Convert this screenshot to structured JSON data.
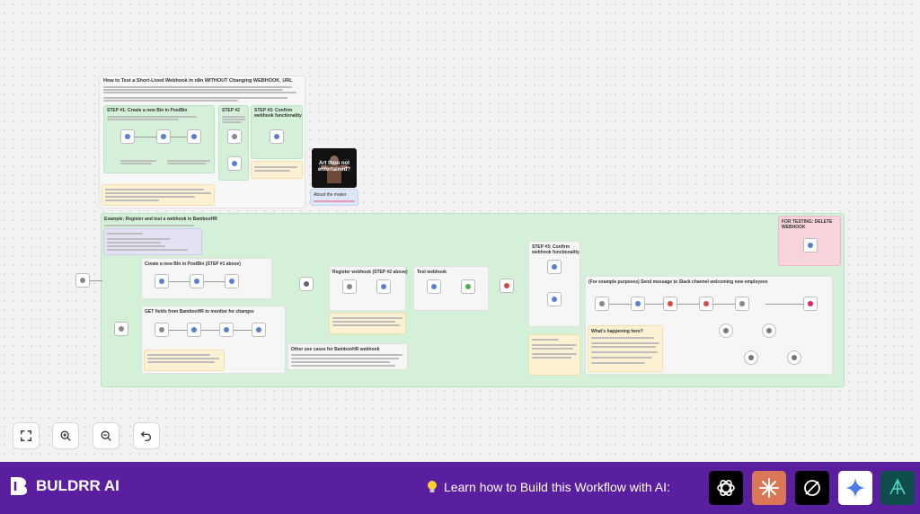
{
  "canvas": {
    "main_note": {
      "title": "How to Test a Short-Lived Webhook in n8n WITHOUT Changing WEBHOOK_URL",
      "step1": "STEP #1: Create a new Bin in PostBin",
      "step2": "STEP #2",
      "step3": "STEP #3: Confirm webhook functionality"
    },
    "video_note": {
      "image_text": "Art thou not entertained?",
      "label": "About the maker"
    },
    "example_group": {
      "title": "Example: Register and test a webhook in BambooHR",
      "testing_delete": "FOR TESTING: DELETE WEBHOOK",
      "create_bin": "Create a new Bin in PostBin (STEP #1 above)",
      "get_fields": "GET fields from BambooHR to monitor for changes",
      "register_webhook": "Register webhook (STEP #2 above)",
      "test_webhook": "Test webhook",
      "step3_confirm": "STEP #3: Confirm webhook functionality",
      "slack_section": "(For example purposes) Send message to Slack channel welcoming new employees",
      "whats_happening": "What's happening here?",
      "other_use_cases": "Other use cases for BambooHR webhook"
    }
  },
  "controls": [
    {
      "name": "fit-view-button",
      "icon": "expand-icon"
    },
    {
      "name": "zoom-in-button",
      "icon": "zoom-in-icon"
    },
    {
      "name": "zoom-out-button",
      "icon": "zoom-out-icon"
    },
    {
      "name": "undo-button",
      "icon": "undo-icon"
    }
  ],
  "footer": {
    "brand": "BULDRR AI",
    "cta": "Learn how to Build this Workflow with AI:",
    "ai_tools": [
      {
        "name": "chatgpt-icon",
        "bg": "#000000"
      },
      {
        "name": "claude-icon",
        "bg": "#d97757"
      },
      {
        "name": "perplexity-icon",
        "bg": "#000000"
      },
      {
        "name": "gemini-icon",
        "bg": "#ffffff"
      },
      {
        "name": "manus-icon",
        "bg": "#0f4c4c"
      }
    ]
  },
  "colors": {
    "footer_bg": "#5a1f9e",
    "sticky_green": "#d4f0d9",
    "sticky_yellow": "#fcf1d3",
    "sticky_pink": "#f7d4dc"
  }
}
